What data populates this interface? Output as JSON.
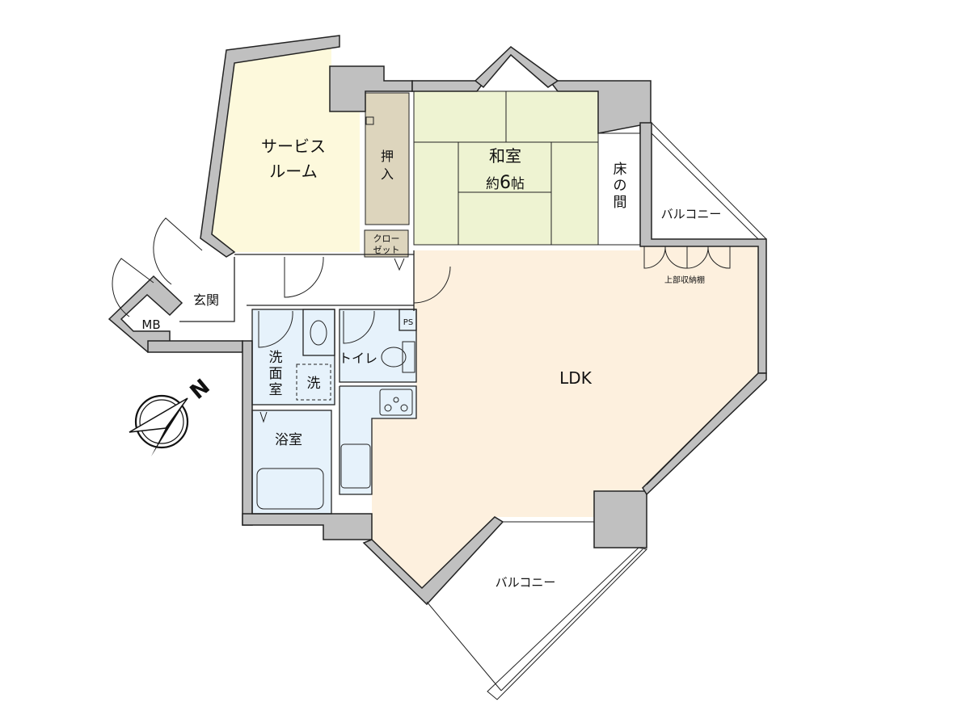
{
  "floor_plan": {
    "colors": {
      "wall": "#c0c0c0",
      "service_room": "#fdf9dc",
      "washitsu": "#eef3d2",
      "oshiire": "#ddd5bd",
      "ldk": "#fdf0de",
      "wet_area": "#e6f2fb",
      "line": "#222222"
    },
    "rooms": {
      "service_room": {
        "line1": "サービス",
        "line2": "ルーム"
      },
      "oshiire": {
        "line1": "押",
        "line2": "入"
      },
      "closet": {
        "line1": "クロー",
        "line2": "ゼット"
      },
      "washitsu": {
        "line1": "和室",
        "line2_prefix": "約",
        "line2_num": "6",
        "line2_suffix": "帖"
      },
      "tokonoma": {
        "line1": "床",
        "line2": "の",
        "line3": "間"
      },
      "balcony_ne": "バルコニー",
      "upper_storage": "上部収納棚",
      "entrance": "玄関",
      "mb": "MB",
      "ps": "PS",
      "washroom": {
        "line1": "洗",
        "line2": "面",
        "line3": "室"
      },
      "washer": "洗",
      "toilet": "トイレ",
      "bathroom": "浴室",
      "ldk": "LDK",
      "balcony_s": "バルコニー"
    },
    "compass": {
      "label": "N",
      "icon": "compass-north-arrow"
    }
  }
}
